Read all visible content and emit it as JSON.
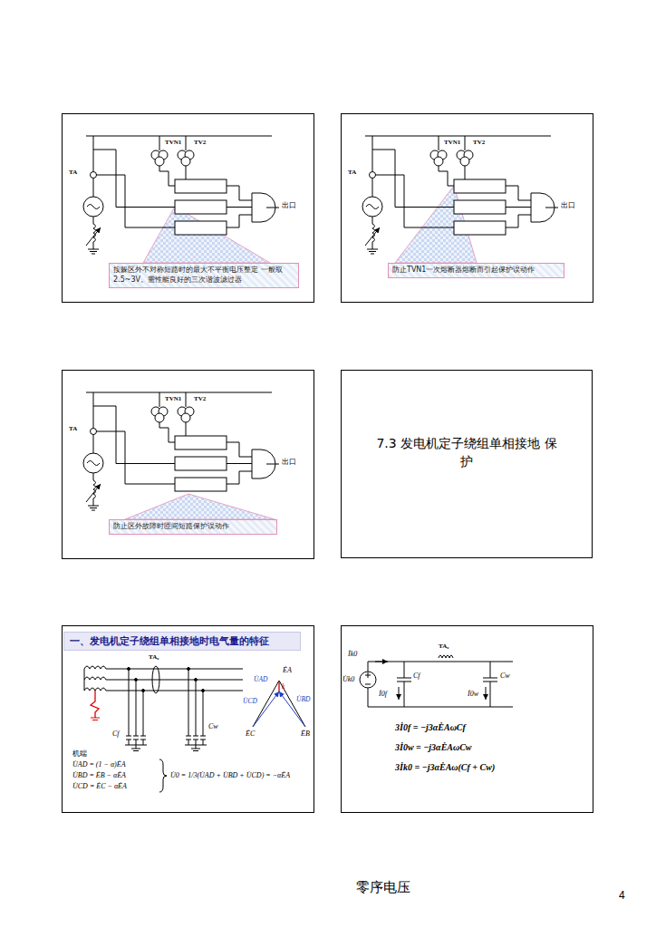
{
  "diagram": {
    "nodes": [
      {
        "text": [
          "按躲区外不对称短路时的最大不平衡电压整定 一般取2.5~3V。需性能良好的三次谐波滤过器"
        ]
      },
      {
        "text": [
          "防止TVN1一次熔断器熔断而引起保护误动作"
        ]
      },
      {
        "text": [
          "防止区外故障时匝间短路保护误动作"
        ]
      },
      {
        "text": [
          "7.3 发电机定子绕组单相接地 保护"
        ]
      },
      {
        "text": [
          "一、发电机定子绕组单相接地时电气量的特征"
        ]
      }
    ],
    "labels": [
      "TVN1",
      "TV2",
      "TA",
      "出口",
      "TVN1",
      "TV2",
      "TA",
      "出口",
      "TVN1",
      "TV2",
      "TA",
      "出口",
      "TA₀",
      "ĖA",
      "U̇AD",
      "k",
      "U̇CD",
      "U̇BD",
      "ĖC",
      "ĖB",
      "Cf",
      "Cw",
      "机端",
      "U̇AD = (1 − α)ĖA",
      "U̇BD = ĖB − αĖA",
      "U̇CD = ĖC − αĖA",
      "U̇0 = 1/3(U̇AD + U̇BD + U̇CD) = −αĖA",
      "TA₀",
      "İk0",
      "U̇k0",
      "İ0f",
      "Cf",
      "İ0w",
      "Cw",
      "3İ0f = −j3αĖAωCf",
      "3İ0w = −j3αĖAωCw",
      "3İk0 = −j3αĖAω(Cf + Cw)",
      "零序电压",
      "4"
    ]
  }
}
